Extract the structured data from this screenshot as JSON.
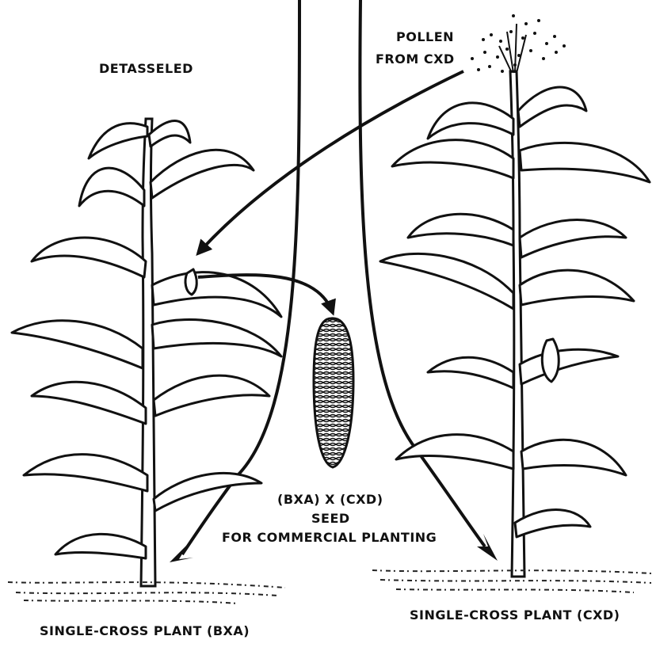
{
  "labels": {
    "detasseled": "DETASSELED",
    "pollen_line1": "POLLEN",
    "pollen_line2": "FROM CXD",
    "cross_line1": "(BXA) X (CXD)",
    "cross_line2": "SEED",
    "cross_line3": "FOR COMMERCIAL PLANTING",
    "left_plant": "SINGLE-CROSS PLANT (BXA)",
    "right_plant": "SINGLE-CROSS PLANT (CXD)"
  },
  "colors": {
    "ink": "#111111",
    "paper": "#ffffff"
  }
}
